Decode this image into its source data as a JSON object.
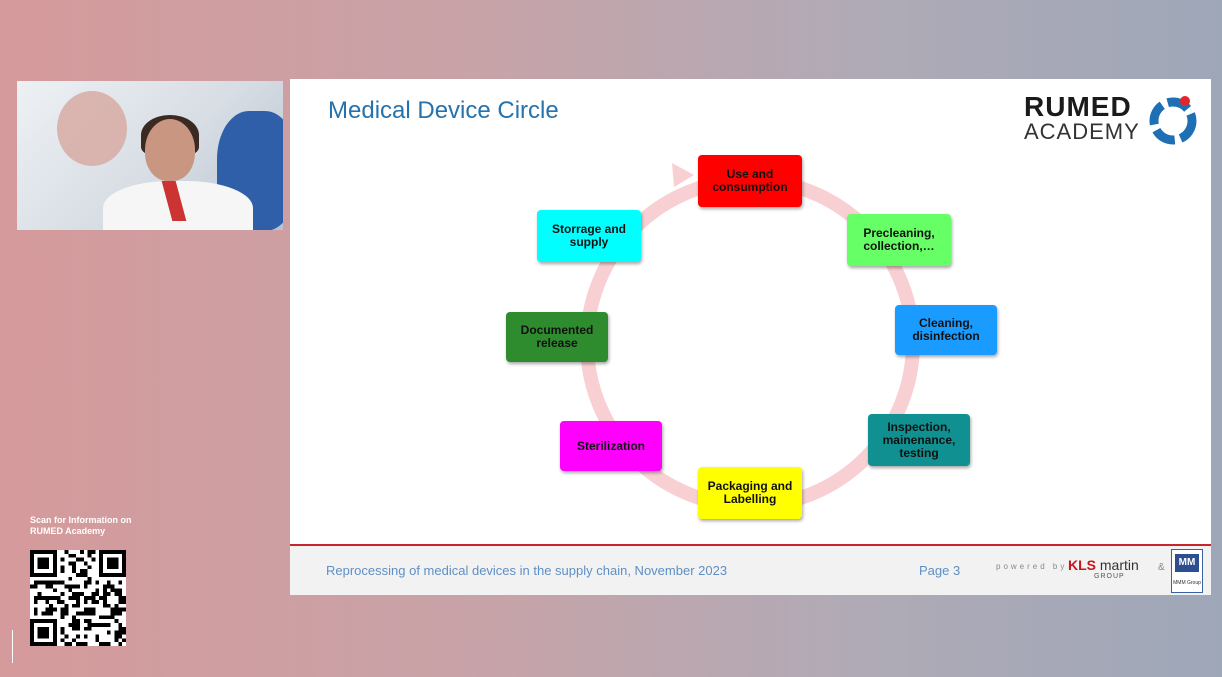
{
  "slide": {
    "title": "Medical Device Circle",
    "logo": {
      "line1": "RUMED",
      "line2": "ACADEMY"
    },
    "footer_text": "Reprocessing of medical devices in the supply chain, November 2023",
    "page_label": "Page 3",
    "powered_by": "powered by",
    "sponsor1_bold": "KLS",
    "sponsor1_rest": "martin",
    "sponsor1_sub": "GROUP",
    "amp": "&",
    "sponsor2_logo": "MM",
    "sponsor2_label": "MMM Group"
  },
  "cycle_nodes": [
    {
      "label": "Use and consumption",
      "color": "#ff0000"
    },
    {
      "label": "Precleaning, collection,…",
      "color": "#66ff66"
    },
    {
      "label": "Cleaning, disinfection",
      "color": "#1a9bff"
    },
    {
      "label": "Inspection, mainenance, testing",
      "color": "#109090"
    },
    {
      "label": "Packaging and Labelling",
      "color": "#ffff00"
    },
    {
      "label": "Sterilization",
      "color": "#ff00ff"
    },
    {
      "label": "Documented release",
      "color": "#2e8b2e"
    },
    {
      "label": "Storrage and supply",
      "color": "#00ffff"
    }
  ],
  "qr": {
    "caption": "Scan for Information on RUMED Academy"
  },
  "colors": {
    "accent_blue": "#2672ad",
    "ring": "#f8d0d3",
    "footer_rule": "#c7252c"
  }
}
